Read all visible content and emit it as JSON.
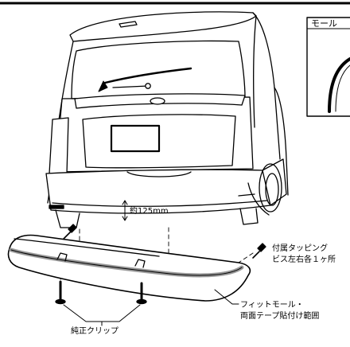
{
  "inset": {
    "title": "モール"
  },
  "labels": {
    "height_dim": "約125mm",
    "screw_line1": "付属タッピング",
    "screw_line2": "ビス左右各１ヶ所",
    "mold_line1": "フィットモール・",
    "mold_line2": "両面テープ貼付け範囲",
    "clip": "純正クリップ"
  }
}
